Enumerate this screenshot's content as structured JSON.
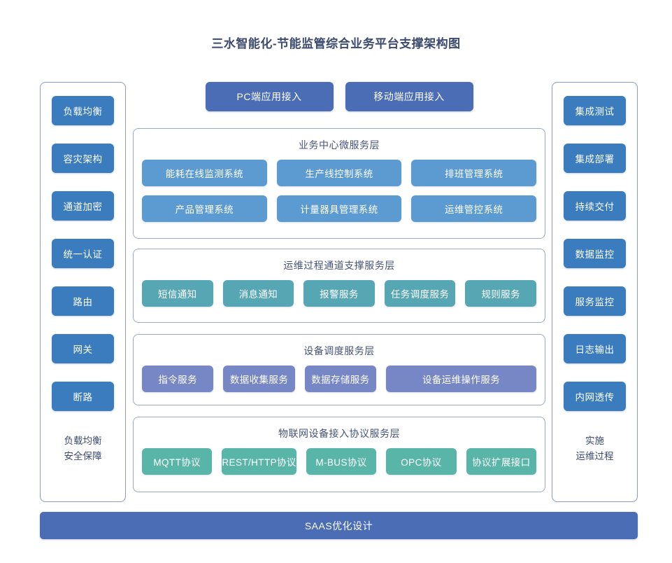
{
  "title": "三水智能化-节能监管综合业务平台支撑架构图",
  "colors": {
    "sidebar_button": "#3a7cbd",
    "access_button": "#4a6db5",
    "business_chip": "#5c9bd1",
    "ops_chip": "#57a6b4",
    "device_chip": "#7787c6",
    "protocol_chip": "#5ab5a9",
    "panel_border": "#9aa8cc",
    "text": "#3c4a6e",
    "background": "#ffffff"
  },
  "left_sidebar": {
    "items": [
      {
        "label": "负载均衡"
      },
      {
        "label": "容灾架构"
      },
      {
        "label": "通道加密"
      },
      {
        "label": "统一认证"
      },
      {
        "label": "路由"
      },
      {
        "label": "网关"
      },
      {
        "label": "断路"
      }
    ],
    "footer_line1": "负载均衡",
    "footer_line2": "安全保障"
  },
  "right_sidebar": {
    "items": [
      {
        "label": "集成测试"
      },
      {
        "label": "集成部署"
      },
      {
        "label": "持续交付"
      },
      {
        "label": "数据监控"
      },
      {
        "label": "服务监控"
      },
      {
        "label": "日志输出"
      },
      {
        "label": "内网透传"
      }
    ],
    "footer_line1": "实施",
    "footer_line2": "运维过程"
  },
  "access_buttons": [
    {
      "label": "PC端应用接入"
    },
    {
      "label": "移动端应用接入"
    }
  ],
  "layers": [
    {
      "title": "业务中心微服务层",
      "row1": [
        {
          "label": "能耗在线监测系统"
        },
        {
          "label": "生产线控制系统"
        },
        {
          "label": "排班管理系统"
        }
      ],
      "row2": [
        {
          "label": "产品管理系统"
        },
        {
          "label": "计量器具管理系统"
        },
        {
          "label": "运维管控系统"
        }
      ]
    },
    {
      "title": "运维过程通道支撑服务层",
      "row1": [
        {
          "label": "短信通知"
        },
        {
          "label": "消息通知"
        },
        {
          "label": "报警服务"
        },
        {
          "label": "任务调度服务"
        },
        {
          "label": "规则服务"
        }
      ]
    },
    {
      "title": "设备调度服务层",
      "row1": [
        {
          "label": "指令服务"
        },
        {
          "label": "数据收集服务"
        },
        {
          "label": "数据存储服务"
        },
        {
          "label": "设备运维操作服务"
        }
      ]
    },
    {
      "title": "物联网设备接入协议服务层",
      "row1": [
        {
          "label": "MQTT协议"
        },
        {
          "label": "REST/HTTP协议"
        },
        {
          "label": "M-BUS协议"
        },
        {
          "label": "OPC协议"
        },
        {
          "label": "协议扩展接口"
        }
      ]
    }
  ],
  "bottom_bar": {
    "label": "SAAS优化设计"
  }
}
